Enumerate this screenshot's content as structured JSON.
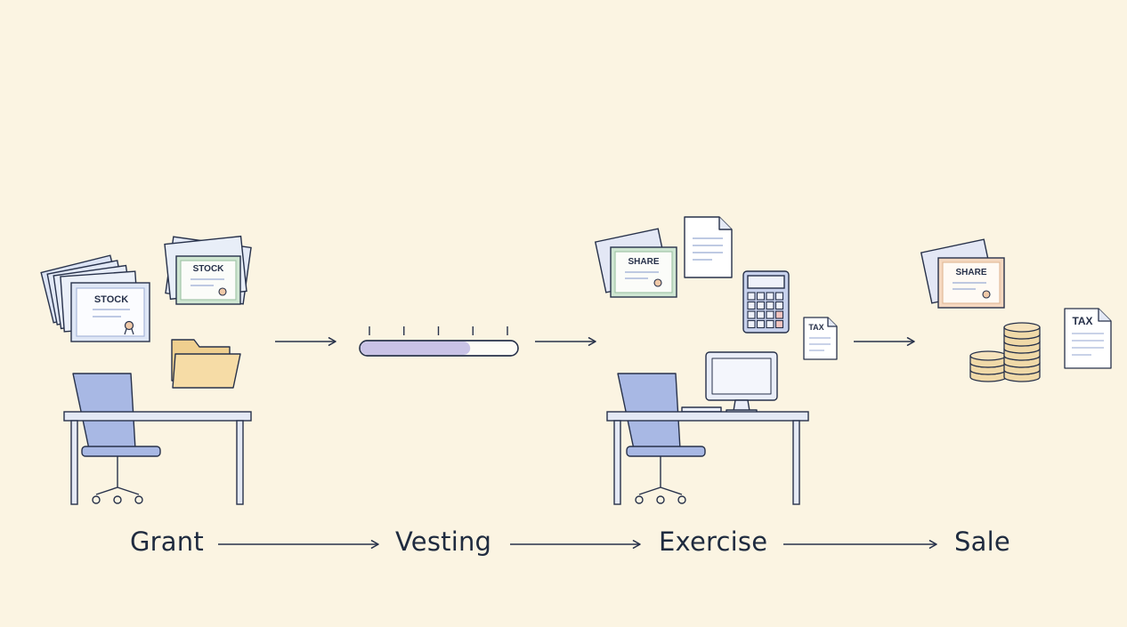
{
  "steps": [
    {
      "label": "Grant"
    },
    {
      "label": "Vesting"
    },
    {
      "label": "Exercise"
    },
    {
      "label": "Sale"
    }
  ],
  "documents": {
    "stock_cert_a": "STOCK",
    "stock_cert_b": "STOCK",
    "share_cert_exercise": "SHARE",
    "share_cert_sale": "SHARE",
    "tax_form_exercise": "TAX",
    "tax_form_sale": "TAX"
  },
  "vesting": {
    "progress": 0.7,
    "tick_count": 5
  },
  "colors": {
    "background": "#fbf4e2",
    "ink": "#1f2b3f",
    "chair": "#a8b8e4",
    "folder": "#f3d9a2",
    "progress_fill": "#c9c3e6",
    "coins": "#f0d9a8",
    "cert_green": "#cfe6d2",
    "cert_blue": "#d8e1f4",
    "cert_peach": "#f5d8c0"
  },
  "icons": [
    "stock-certificate-icon",
    "folder-icon",
    "desk-icon",
    "office-chair-icon",
    "progress-bar-icon",
    "share-certificate-icon",
    "document-icon",
    "calculator-icon",
    "tax-form-icon",
    "computer-monitor-icon",
    "coin-stack-icon",
    "arrow-right-icon"
  ]
}
